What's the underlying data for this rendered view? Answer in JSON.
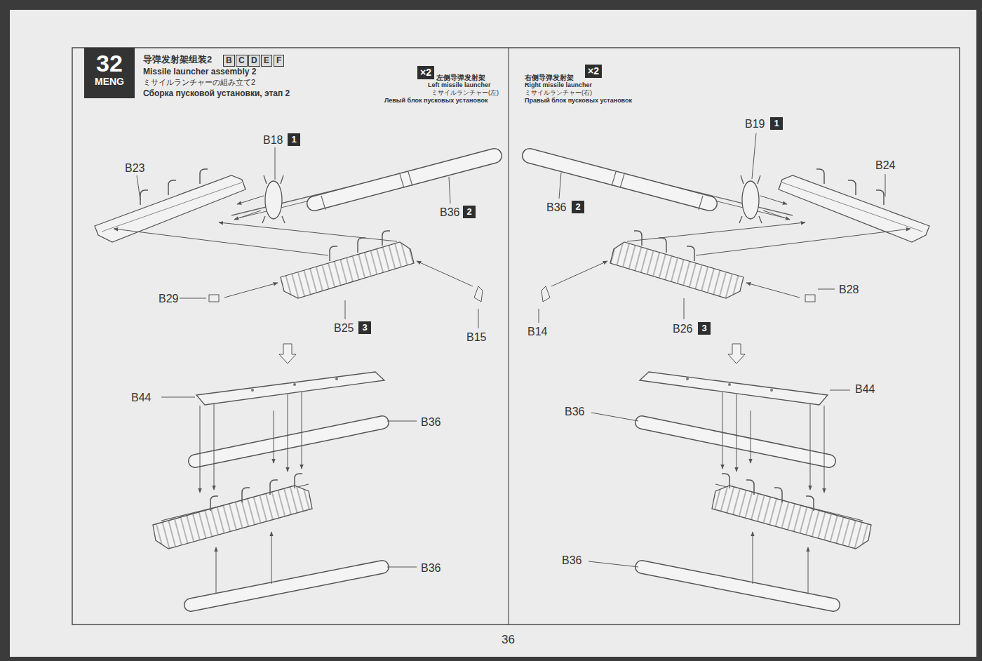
{
  "diagram": {
    "nodes": [
      {
        "text": [
          "32",
          "MENG"
        ]
      }
    ],
    "edges": [],
    "labels": [
      "导弹发射架组装2",
      "B",
      "C",
      "D",
      "E",
      "F",
      "Missile launcher assembly 2",
      "ミサイルランチャーの組み立て2",
      "Сборка пусковой установки, этап 2",
      "×2",
      "左侧导弹发射架",
      "Left missile launcher",
      "ミサイルランチャー(左)",
      "Левый блок пусковых установок",
      "右侧导弹发射架",
      "Right missile launcher",
      "ミサイルランチャー(右)",
      "Правый блок пусковых установок",
      "×2",
      "B18",
      "1",
      "B23",
      "B36",
      "2",
      "B29",
      "B25",
      "3",
      "B15",
      "B44",
      "B36",
      "B36",
      "B19",
      "1",
      "B24",
      "B36",
      "2",
      "B28",
      "B14",
      "B26",
      "3",
      "B44",
      "B36",
      "B36",
      "36"
    ]
  }
}
